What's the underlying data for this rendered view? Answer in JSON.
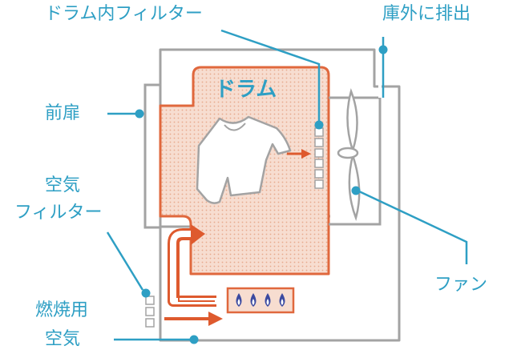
{
  "colors": {
    "accent": "#2e9fc4",
    "housing": "#a3a3a3",
    "drum_fill": "#f7ddd0",
    "drum_edge": "#e0683d",
    "arrow": "#de5a2e",
    "flame": "#3b4aa0",
    "shirt": "#ffffff",
    "shirt_edge": "#a3a3a3"
  },
  "labels": {
    "drum_filter": "ドラム内フィルター",
    "exhaust": "庫外に排出",
    "front_door": "前扉",
    "drum": "ドラム",
    "air_filter_line1": "空気",
    "air_filter_line2": "フィルター",
    "fan": "ファン",
    "combustion_air_line1": "燃焼用",
    "combustion_air_line2": "空気"
  },
  "icons": {
    "shirt": "shirt-icon",
    "fan": "fan-icon",
    "burner": "gas-burner-icon",
    "vent_slots": "filter-slots-icon"
  }
}
